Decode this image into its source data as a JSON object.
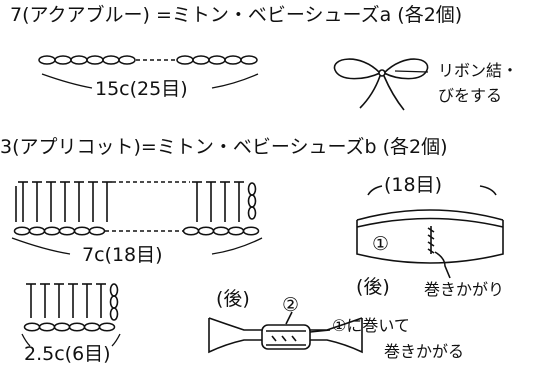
{
  "section_a": {
    "title": "7(アクアブルー) =ミトン・ベビーシューズa (各2個)",
    "chain_length": "15c(25目)",
    "bow_note_line1": "リボン結・",
    "bow_note_line2": "びをする"
  },
  "section_b": {
    "title": "3(アプリコット)=ミトン・ベビーシューズb (各2個)",
    "large_piece_length": "7c(18目)",
    "small_piece_length": "2.5c(6目)",
    "band_stitch_count": "(18目)",
    "band_marker": "①",
    "band_label_back": "(後)",
    "band_label_wrap": "巻きかがり",
    "bow_label_back": "(後)",
    "bow_marker": "②",
    "bow_note_line1": "①に巻いて",
    "bow_note_line2": "巻きかがる"
  }
}
